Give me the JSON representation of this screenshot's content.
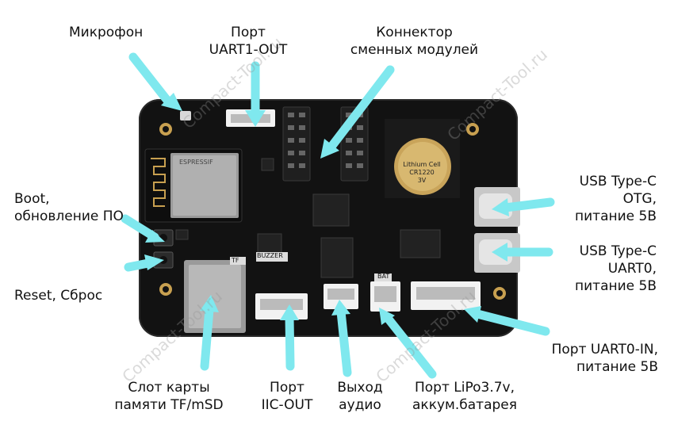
{
  "labels": {
    "microphone": "Микрофон",
    "uart1_out_1": "Порт",
    "uart1_out_2": "UART1-OUT",
    "connector_1": "Коннектор",
    "connector_2": "сменных модулей",
    "boot_1": "Boot,",
    "boot_2": "обновление ПО",
    "reset": "Reset, Сброс",
    "otg_1": "USB Type-C",
    "otg_2": "OTG,",
    "otg_3": "питание 5В",
    "uart0_1": "USB Type-C",
    "uart0_2": "UART0,",
    "uart0_3": "питание 5В",
    "uart0_in_1": "Порт UART0-IN,",
    "uart0_in_2": "питание 5В",
    "sd_1": "Слот карты",
    "sd_2": "памяти TF/mSD",
    "iic_1": "Порт",
    "iic_2": "IIC-OUT",
    "audio_1": "Выход",
    "audio_2": "аудио",
    "lipo_1": "Порт LiPo3.7v,",
    "lipo_2": "аккум.батарея"
  },
  "board": {
    "module_brand": "ESPRESSIF",
    "battery_1": "Lithium Cell",
    "battery_2": "CR1220",
    "battery_3": "3V",
    "buzzer": "BUZZER",
    "bat": "BAT",
    "tf": "TF"
  },
  "watermark": "Compact-Tool.ru",
  "colors": {
    "arrow": "#7fe8ee",
    "board": "#141414",
    "text": "#111111"
  }
}
